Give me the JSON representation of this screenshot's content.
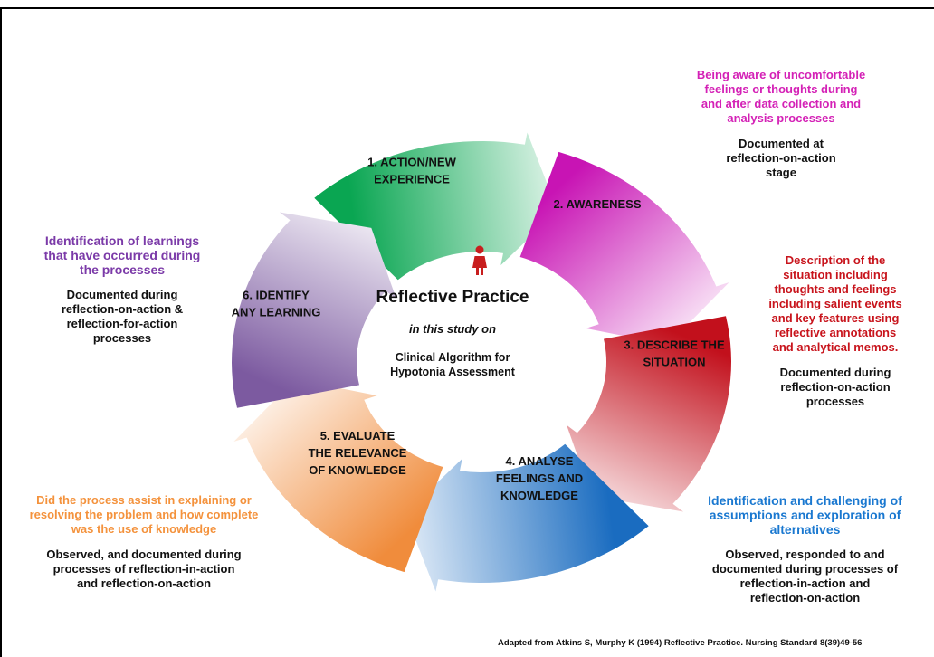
{
  "diagram": {
    "center": {
      "title": "Reflective Practice",
      "subtitle": "in this study on",
      "study": "Clinical Algorithm for\nHypotonia Assessment",
      "person_icon": "person-icon"
    },
    "stages": [
      {
        "label_lines": [
          "1. ACTION/NEW",
          "EXPERIENCE"
        ],
        "color": "#0aa652"
      },
      {
        "label_lines": [
          "2. AWARENESS"
        ],
        "color": "#c814b4"
      },
      {
        "label_lines": [
          "3. DESCRIBE THE",
          "SITUATION"
        ],
        "color": "#c2101c"
      },
      {
        "label_lines": [
          "4.  ANALYSE",
          "FEELINGS AND",
          "KNOWLEDGE"
        ],
        "color": "#1a6cc0"
      },
      {
        "label_lines": [
          "5.  EVALUATE",
          "THE RELEVANCE",
          "OF KNOWLEDGE"
        ],
        "color": "#f08c3c"
      },
      {
        "label_lines": [
          "6.  IDENTIFY",
          "ANY LEARNING"
        ],
        "color": "#7c5aa0"
      }
    ],
    "annotations": {
      "awareness": {
        "heading": "Being aware of uncomfortable\nfeelings or thoughts during\nand after data collection and\nanalysis processes",
        "sub": "Documented at\nreflection-on-action\nstage",
        "color": "#d421b6"
      },
      "describe": {
        "heading": "Description of the\nsituation including\nthoughts and feelings\nincluding salient events\nand key features using\nreflective annotations\nand analytical memos.",
        "sub": "Documented during\nreflection-on-action\nprocesses",
        "color": "#c8141c"
      },
      "analyse": {
        "heading": "Identification and challenging of\nassumptions and exploration of\nalternatives",
        "sub": "Observed, responded to and\ndocumented during processes of\nreflection-in-action and\nreflection-on-action",
        "color": "#1a78d0"
      },
      "evaluate": {
        "heading": "Did the process assist in explaining or\nresolving the problem and how complete\nwas the use of knowledge",
        "sub": "Observed, and documented during\nprocesses of reflection-in-action\nand reflection-on-action",
        "color": "#f4923c"
      },
      "identify": {
        "heading": "Identification of  learnings\nthat have occurred during\nthe processes",
        "sub": "Documented during\nreflection-on-action &\nreflection-for-action\nprocesses",
        "color": "#7b3aa8"
      }
    },
    "citation": "Adapted from Atkins S, Murphy K (1994) Reflective Practice. Nursing Standard 8(39)49-56"
  }
}
